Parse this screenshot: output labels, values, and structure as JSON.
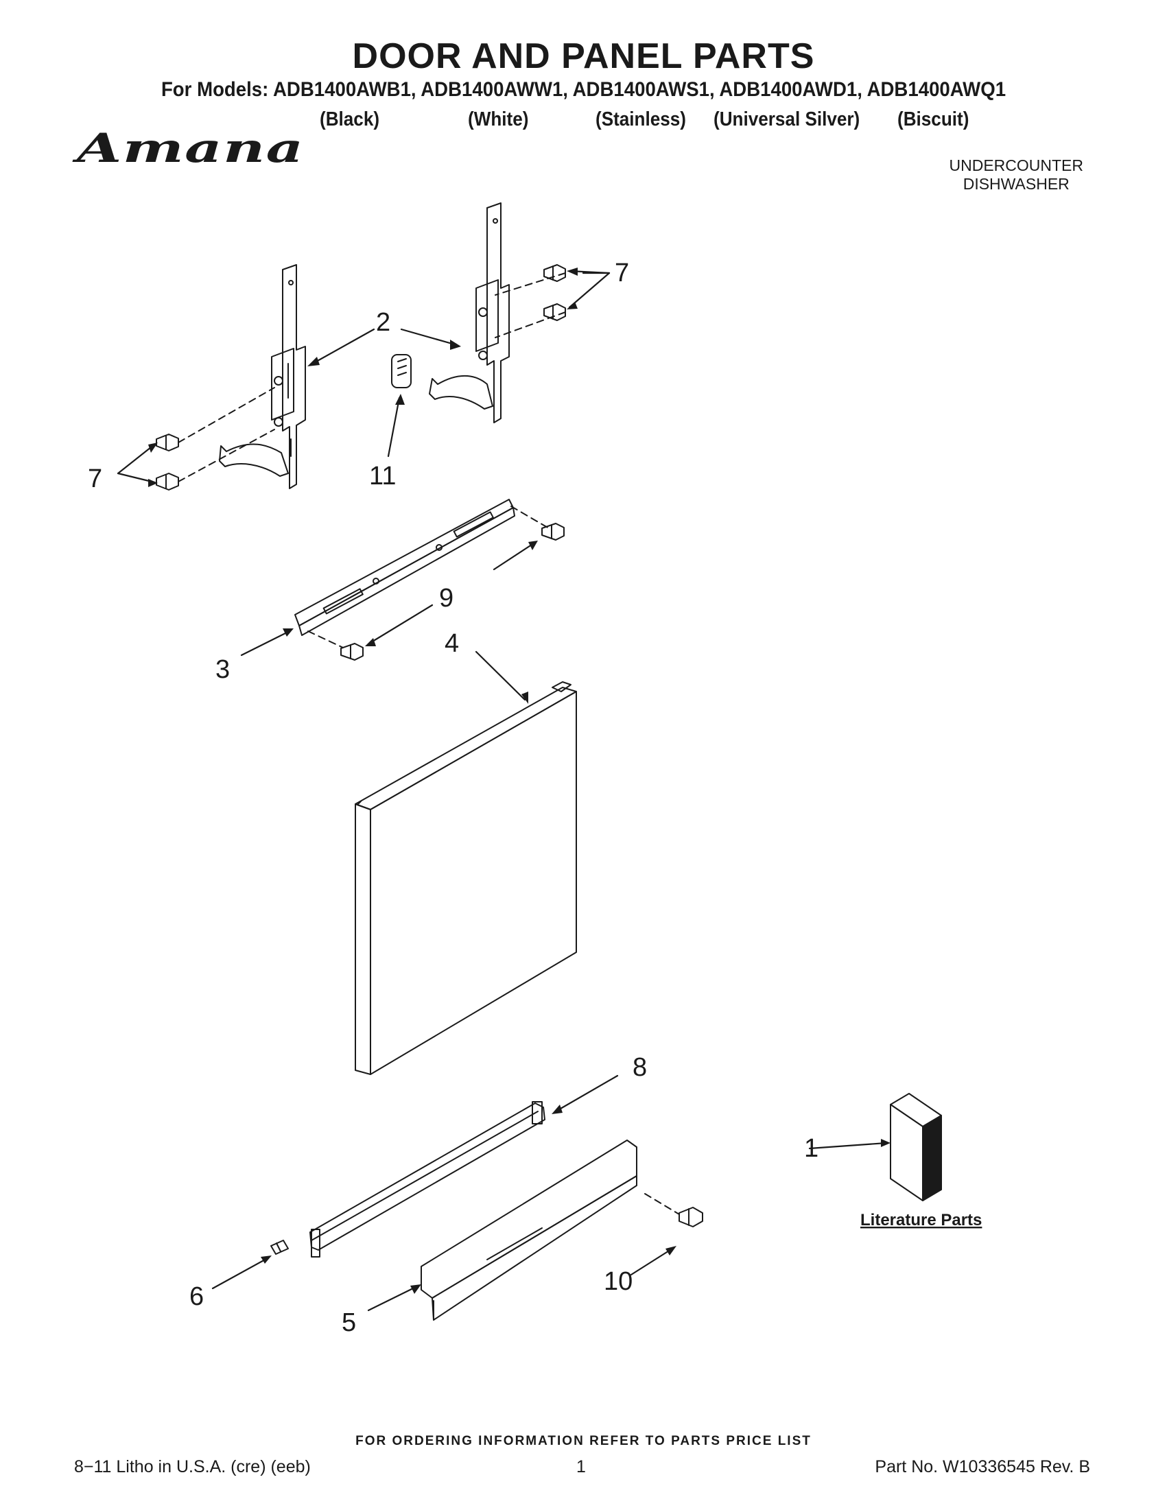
{
  "header": {
    "title": "DOOR AND PANEL PARTS",
    "models_line": "For Models: ADB1400AWB1, ADB1400AWW1, ADB1400AWS1, ADB1400AWD1, ADB1400AWQ1",
    "variants": [
      "(Black)",
      "(White)",
      "(Stainless)",
      "(Universal Silver)",
      "(Biscuit)"
    ],
    "brand": "Amana",
    "product_line1": "UNDERCOUNTER",
    "product_line2": "DISHWASHER"
  },
  "callouts": {
    "c1": "1",
    "c2": "2",
    "c3": "3",
    "c4": "4",
    "c5": "5",
    "c6": "6",
    "c7a": "7",
    "c7b": "7",
    "c8": "8",
    "c9": "9",
    "c10": "10",
    "c11": "11"
  },
  "literature_label": "Literature Parts",
  "footer": {
    "ordering": "FOR ORDERING INFORMATION REFER TO PARTS PRICE LIST",
    "left": "8−11 Litho in U.S.A. (cre) (eeb)",
    "center": "1",
    "right": "Part No. W10336545 Rev. B"
  }
}
